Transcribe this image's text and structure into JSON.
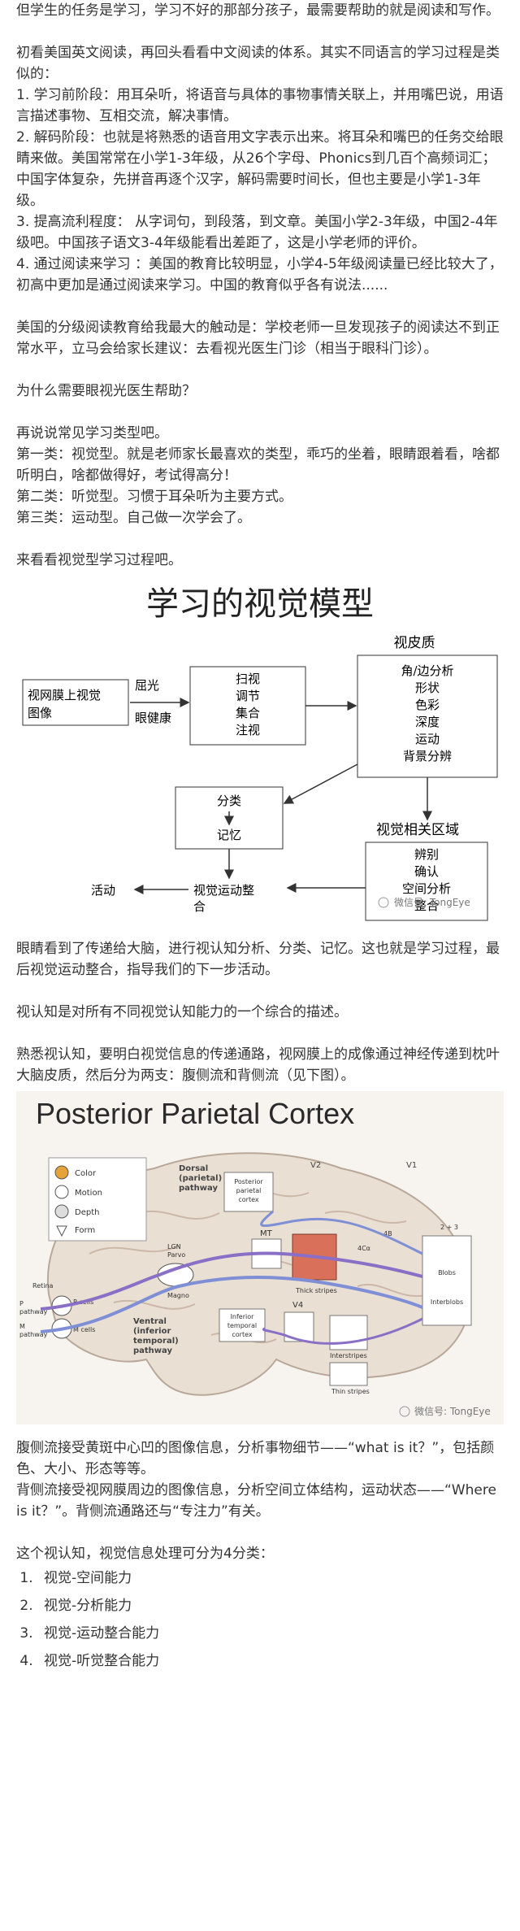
{
  "paragraphs_1": [
    "但学生的任务是学习，学习不好的那部分孩子，最需要帮助的就是阅读和写作。",
    "",
    "初看美国英文阅读，再回头看看中文阅读的体系。其实不同语言的学习过程是类似的：",
    "1. 学习前阶段：用耳朵听，将语音与具体的事物事情关联上，并用嘴巴说，用语言描述事物、互相交流，解决事情。",
    "2. 解码阶段：也就是将熟悉的语音用文字表示出来。将耳朵和嘴巴的任务交给眼睛来做。美国常常在小学1-3年级，从26个字母、Phonics到几百个高频词汇；中国字体复杂，先拼音再逐个汉字，解码需要时间长，但也主要是小学1-3年级。",
    "3. 提高流利程度： 从字词句，到段落，到文章。美国小学2-3年级，中国2-4年级吧。中国孩子语文3-4年级能看出差距了，这是小学老师的评价。",
    "4. 通过阅读来学习 ：美国的教育比较明显，小学4-5年级阅读量已经比较大了，初高中更加是通过阅读来学习。中国的教育似乎各有说法......",
    "",
    "美国的分级阅读教育给我最大的触动是：学校老师一旦发现孩子的阅读达不到正常水平，立马会给家长建议：去看视光医生门诊（相当于眼科门诊）。",
    "",
    "为什么需要眼视光医生帮助？",
    "",
    "再说说常见学习类型吧。",
    "第一类：视觉型。就是老师家长最喜欢的类型，乖巧的坐着，眼睛跟着看，啥都听明白，啥都做得好，考试得高分！",
    "第二类：听觉型。习惯于耳朵听为主要方式。",
    "第三类：运动型。自己做一次学会了。",
    "",
    "来看看视觉型学习过程吧。"
  ],
  "figure1": {
    "title": "学习的视觉模型",
    "retina": [
      "视网膜上视觉",
      "图像"
    ],
    "refraction": "屈光",
    "eye_health": "眼健康",
    "eye_functions": [
      "扫视",
      "调节",
      "集合",
      "注视"
    ],
    "visual_cortex_title": "视皮质",
    "visual_cortex_items": [
      "角/边分析",
      "形状",
      "色彩",
      "深度",
      "运动",
      "背景分辨"
    ],
    "classify": "分类",
    "memory": "记忆",
    "visual_areas_title": "视觉相关区域",
    "visual_areas_items": [
      "辨别",
      "确认",
      "空间分析",
      "整合"
    ],
    "motor_integration": [
      "视觉运动整",
      "合"
    ],
    "activity": "活动",
    "watermark": "微信号: TongEye"
  },
  "paragraphs_2": [
    "眼睛看到了传递给大脑，进行视认知分析、分类、记忆。这也就是学习过程，最后视觉运动整合，指导我们的下一步活动。",
    "",
    "视认知是对所有不同视觉认知能力的一个综合的描述。",
    "",
    "熟悉视认知，要明白视觉信息的传递通路，视网膜上的成像通过神经传递到枕叶大脑皮质，然后分为两支：腹侧流和背侧流（见下图）。"
  ],
  "figure2": {
    "title": "Posterior Parietal Cortex",
    "legend": [
      "Color",
      "Motion",
      "Depth",
      "Form"
    ],
    "dorsal_pathway": [
      "Dorsal",
      "(parietal)",
      "pathway"
    ],
    "posterior_parietal": [
      "Posterior",
      "parietal",
      "cortex"
    ],
    "mt": "MT",
    "v2": "V2",
    "v1": "V1",
    "thick_stripes": "Thick stripes",
    "layer_4ca": "4Cα",
    "layer_4b": "4B",
    "layer_23": "2 + 3",
    "blobs": "Blobs",
    "interblobs": "Interblobs",
    "lgn": [
      "LGN",
      "Parvo"
    ],
    "magno": "Magno",
    "v4": "V4",
    "interstripes": "Interstripes",
    "thin_stripes": "Thin stripes",
    "inferior_temporal": [
      "Inferior",
      "temporal",
      "cortex"
    ],
    "ventral_pathway": [
      "Ventral",
      "(inferior",
      "temporal)",
      "pathway"
    ],
    "retina": "Retina",
    "p_cells": "P cells",
    "m_cells": "M cells",
    "p_pathway": [
      "P",
      "pathway"
    ],
    "m_pathway": [
      "M",
      "pathway"
    ],
    "watermark": "微信号: TongEye"
  },
  "paragraphs_3": [
    "腹侧流接受黄斑中心凹的图像信息，分析事物细节——“what is it？”，包括颜色、大小、形态等等。",
    "背侧流接受视网膜周边的图像信息，分析空间立体结构，运动状态——“Where is it？”。背侧流通路还与“专注力”有关。",
    "",
    "这个视认知，视觉信息处理可分为4分类："
  ],
  "list": [
    "视觉-空间能力",
    "视觉-分析能力",
    "视觉-运动整合能力",
    "视觉-听觉整合能力"
  ]
}
